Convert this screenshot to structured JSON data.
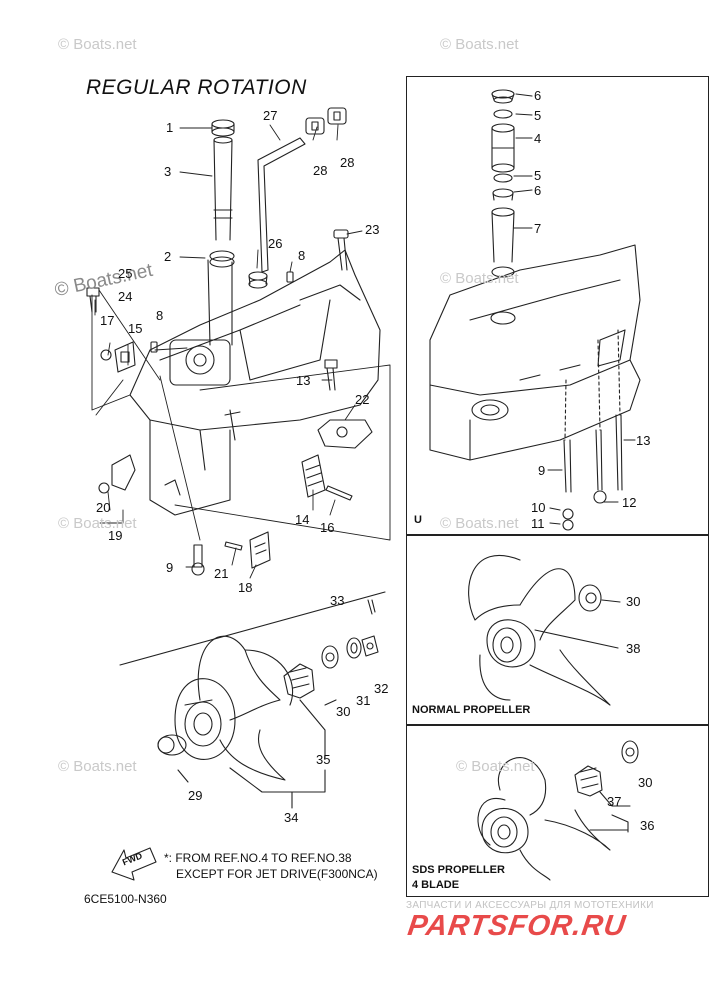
{
  "title": "REGULAR ROTATION",
  "watermark": "© Boats.net",
  "part_code": "6CE5100-N360",
  "note": {
    "line1": "*: FROM REF.NO.4 TO REF.NO.38",
    "line2": "EXCEPT FOR JET DRIVE(F300NCA)",
    "fwd": "FWD"
  },
  "panels": {
    "u_label": "U",
    "normal_label": "NORMAL PROPELLER",
    "sds_label_1": "SDS PROPELLER",
    "sds_label_2": "4 BLADE"
  },
  "brand": {
    "small": "ЗАПЧАСТИ И АКСЕССУАРЫ ДЛЯ МОТОТЕХНИКИ",
    "big": "PARTSFOR.RU"
  },
  "colors": {
    "line": "#222222",
    "brand_red": "#e84a4a",
    "watermark": "#c9c9c9"
  },
  "parts": {
    "p1": "1",
    "p2": "2",
    "p3": "3",
    "p8a": "8",
    "p8b": "8",
    "p9a": "9",
    "p9b": "9",
    "p10": "10",
    "p11": "11",
    "p12": "12",
    "p13a": "13",
    "p13b": "13",
    "p14": "14",
    "p15": "15",
    "p16": "16",
    "p17": "17",
    "p18": "18",
    "p19": "19",
    "p20": "20",
    "p21": "21",
    "p22": "22",
    "p23": "23",
    "p24": "24",
    "p25": "25",
    "p26": "26",
    "p27": "27",
    "p28a": "28",
    "p28b": "28",
    "p29": "29",
    "p30a": "30",
    "p30b": "30",
    "p30c": "30",
    "p31": "31",
    "p32": "32",
    "p33": "33",
    "p34": "34",
    "p35": "35",
    "p36": "36",
    "p37": "37",
    "p38": "38",
    "p4": "4",
    "p5a": "5",
    "p5b": "5",
    "p6a": "6",
    "p6b": "6",
    "p7": "7"
  }
}
